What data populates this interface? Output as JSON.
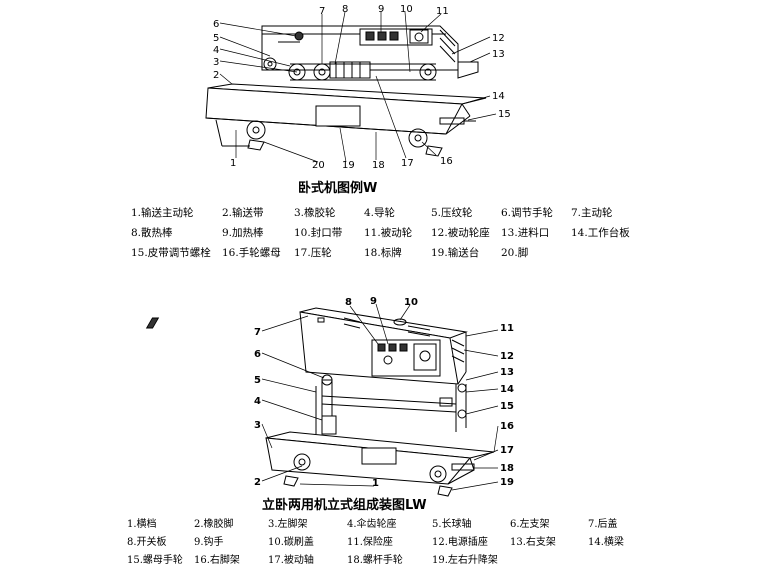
{
  "figure1": {
    "title": "卧式机图例W",
    "callouts": [
      "1",
      "2",
      "3",
      "4",
      "5",
      "6",
      "7",
      "8",
      "9",
      "10",
      "11",
      "12",
      "13",
      "14",
      "15",
      "16",
      "17",
      "18",
      "19",
      "20"
    ],
    "legend": [
      "1.输送主动轮",
      "2.输送带",
      "3.橡胶轮",
      "4.导轮",
      "5.压纹轮",
      "6.调节手轮",
      "7.主动轮",
      "8.散热棒",
      "9.加热棒",
      "10.封口带",
      "11.被动轮",
      "12.被动轮座",
      "13.进料口",
      "14.工作台板",
      "15.皮带调节螺栓",
      "16.手轮螺母",
      "17.压轮",
      "18.标牌",
      "19.输送台",
      "20.脚"
    ]
  },
  "figure2": {
    "title": "立卧两用机立式组成装图LW",
    "callouts": [
      "1",
      "2",
      "3",
      "4",
      "5",
      "6",
      "7",
      "8",
      "9",
      "10",
      "11",
      "12",
      "13",
      "14",
      "15",
      "16",
      "17",
      "18",
      "19"
    ],
    "legend": [
      "1.横档",
      "2.橡胶脚",
      "3.左脚架",
      "4.伞齿轮座",
      "5.长球轴",
      "6.左支架",
      "7.后盖",
      "8.开关板",
      "9.钩手",
      "10.碳刷盖",
      "11.保险座",
      "12.电源插座",
      "13.右支架",
      "14.横梁",
      "15.螺母手轮",
      "16.右脚架",
      "17.被动轴",
      "18.螺杆手轮",
      "19.左右升降架"
    ]
  }
}
